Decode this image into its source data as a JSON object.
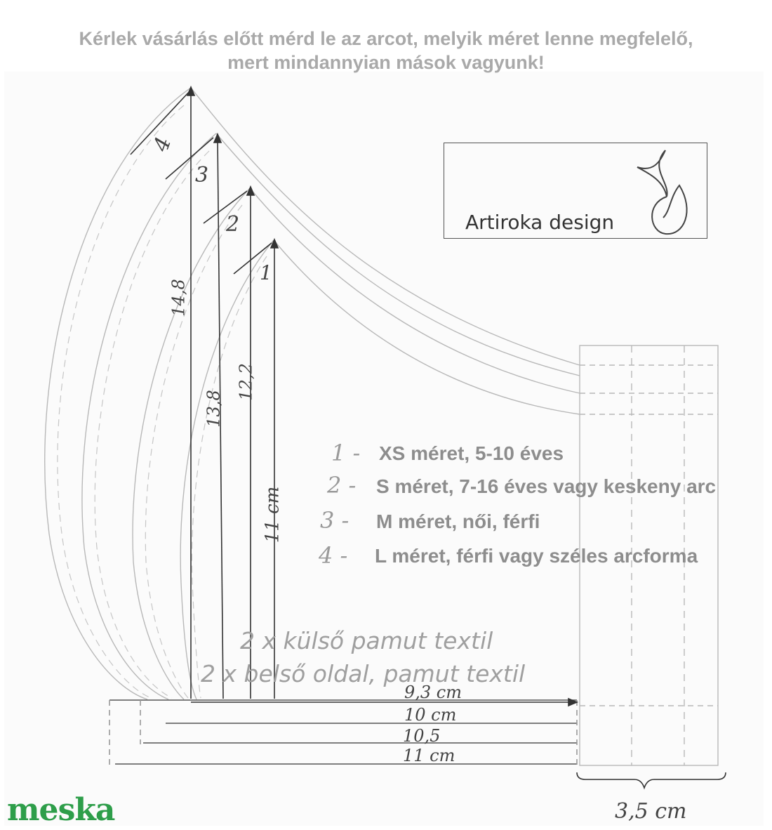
{
  "header": {
    "line1": "Kérlek vásárlás előtt mérd le az arcot, melyik méret lenne megfelelő,",
    "line2": "mert mindannyian mások vagyunk!"
  },
  "logo": {
    "text": "Artiroka design"
  },
  "legend": [
    {
      "num": "1 -",
      "text": "XS méret, 5-10 éves"
    },
    {
      "num": "2 -",
      "text": "S méret, 7-16 éves vagy keskeny arc"
    },
    {
      "num": "3 -",
      "text": "M méret, női, férfi"
    },
    {
      "num": "4 -",
      "text": "L méret, férfi vagy széles arcforma"
    }
  ],
  "fabric": {
    "line1": "2 x külső pamut textil",
    "line2": "2 x belső oldal, pamut textil"
  },
  "size_marks": [
    "1",
    "2",
    "3",
    "4"
  ],
  "heights": {
    "s4": "14,8",
    "s3": "13,8",
    "s2": "12,2",
    "s1": "11 cm"
  },
  "widths": {
    "w1": "9,3 cm",
    "w2": "10 cm",
    "w3": "10,5",
    "w4": "11 cm"
  },
  "strap_width": "3,5 cm",
  "watermark": {
    "part1": "me",
    "part2": "ska",
    "color1": "#2e9e4a",
    "color2": "#f28c1e"
  },
  "colors": {
    "pencil": "#444444",
    "faint": "#b8b8b8"
  }
}
